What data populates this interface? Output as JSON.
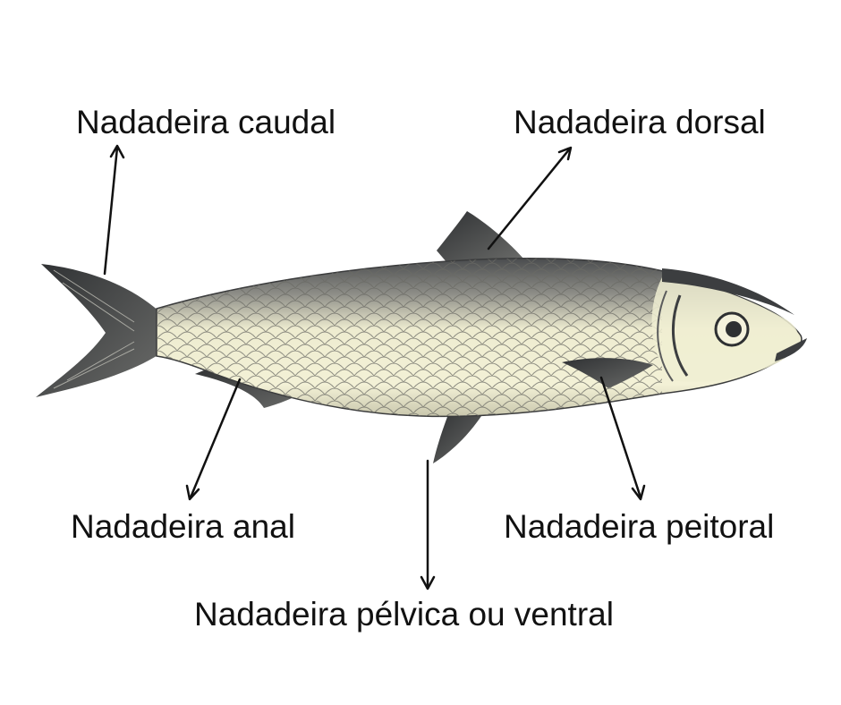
{
  "labels": {
    "caudal": "Nadadeira caudal",
    "dorsal": "Nadadeira dorsal",
    "anal": "Nadadeira anal",
    "peitoral": "Nadadeira peitoral",
    "pelvica": "Nadadeira pélvica ou ventral"
  },
  "colors": {
    "background": "#ffffff",
    "body_light": "#f1efcf",
    "body_dark": "#3c3e40",
    "arrow": "#111111"
  },
  "icons": [
    "fish-illustration",
    "arrow-icon"
  ]
}
